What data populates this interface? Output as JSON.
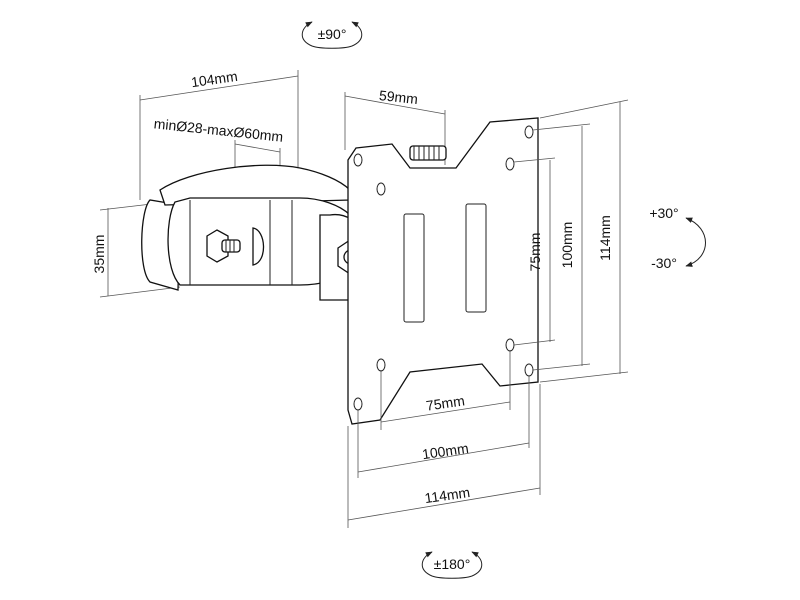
{
  "diagram": {
    "title": "Monitor wall/pole mount bracket dimensions",
    "rotation_labels": {
      "swivel": "±90°",
      "rotate": "±180°",
      "tilt_up": "+30°",
      "tilt_down": "-30°"
    },
    "dimensions": {
      "arm_length": "104mm",
      "clamp_range": "minØ28-maxØ60mm",
      "plate_top_offset": "59mm",
      "clamp_height": "35mm",
      "vesa_small_vertical": "75mm",
      "vesa_large_vertical": "100mm",
      "plate_height": "114mm",
      "vesa_small_horizontal": "75mm",
      "vesa_large_horizontal": "100mm",
      "plate_width": "114mm"
    },
    "colors": {
      "line": "#222222",
      "dimension_line": "#555555",
      "background": "#ffffff"
    }
  }
}
